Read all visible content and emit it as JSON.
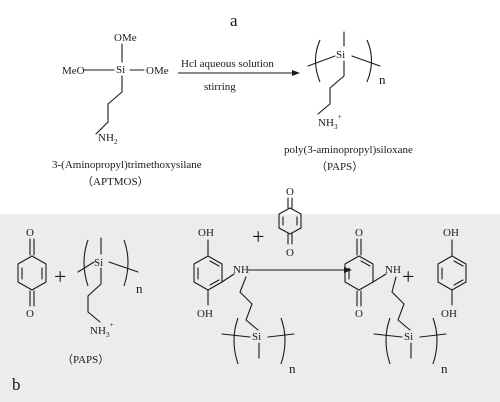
{
  "panel_a": {
    "label": "a",
    "reactant": {
      "groups": {
        "top": "OMe",
        "left": "MeO",
        "right": "OMe",
        "center": "Si",
        "amine": "NH",
        "amine_sub": "2"
      },
      "name": "3-(Aminopropyl)trimethoxysilane",
      "abbr": "（APTMOS）"
    },
    "arrow": {
      "above": "Hcl aqueous solution",
      "below": "stirring"
    },
    "product": {
      "center": "Si",
      "amine": "NH",
      "amine_sub": "3",
      "charge": "+",
      "repeat": "n",
      "name": "poly(3-aminopropyl)siloxane",
      "abbr": "（PAPS）"
    }
  },
  "panel_b": {
    "label": "b",
    "quinone_O": "O",
    "plus": "+",
    "paps": {
      "center": "Si",
      "amine": "NH",
      "amine_sub": "3",
      "charge": "+",
      "repeat": "n",
      "abbr": "（PAPS）"
    },
    "adduct": {
      "oh": "OH",
      "nh": "NH",
      "center": "Si",
      "repeat": "n"
    },
    "reagent_O": "O",
    "product": {
      "o": "O",
      "nh": "NH",
      "center": "Si",
      "repeat": "n"
    },
    "hydroquinone": {
      "oh": "OH"
    }
  },
  "colors": {
    "ink": "#1a1a1a",
    "band": "#ececec"
  }
}
